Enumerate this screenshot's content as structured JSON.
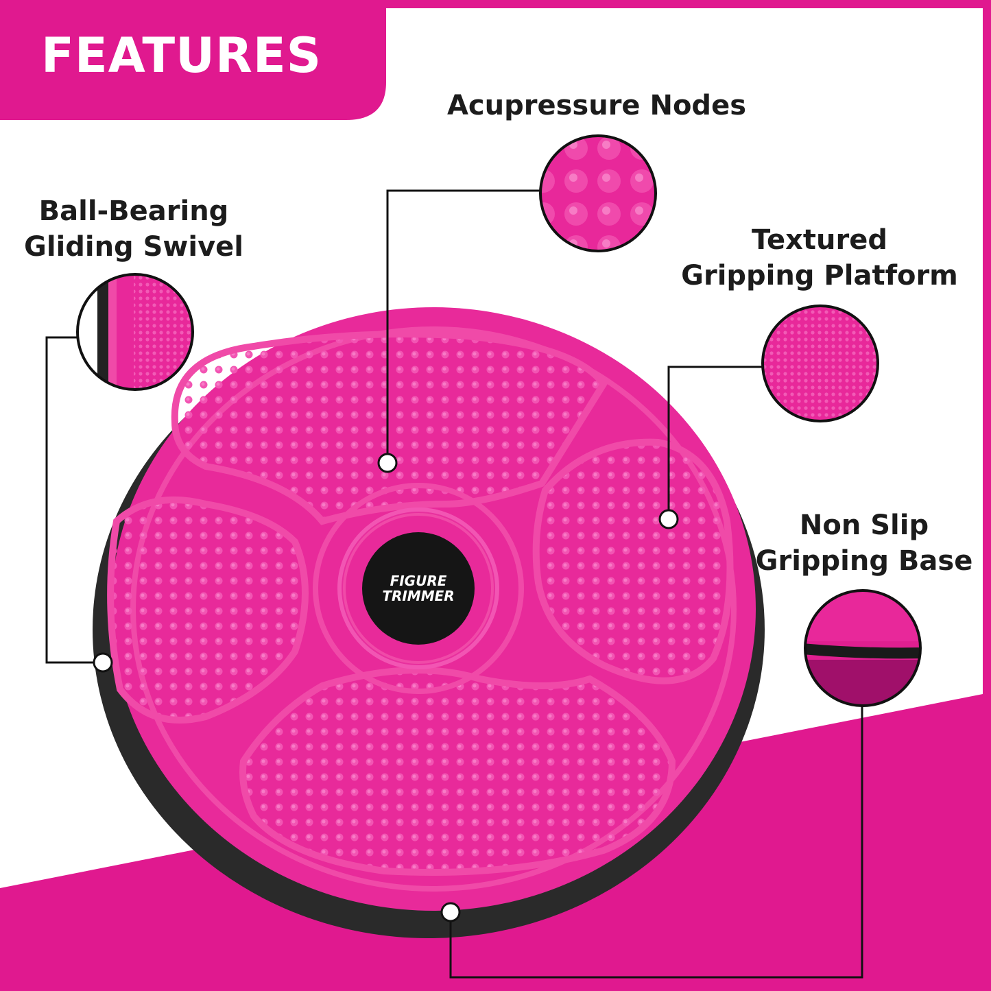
{
  "header": {
    "title": "FEATURES"
  },
  "features": {
    "acupressure": {
      "line1": "Acupressure Nodes"
    },
    "ball_bearing": {
      "line1": "Ball-Bearing",
      "line2": "Gliding Swivel"
    },
    "textured": {
      "line1": "Textured",
      "line2": "Gripping Platform"
    },
    "non_slip": {
      "line1": "Non Slip",
      "line2": "Gripping Base"
    }
  },
  "product": {
    "brand_line1": "FIGURE",
    "brand_line2": "TRIMMER"
  },
  "colors": {
    "accent": "#e0198f",
    "disc": "#e82a9a",
    "base": "#2a2a2a",
    "text": "#1c1c1c"
  }
}
